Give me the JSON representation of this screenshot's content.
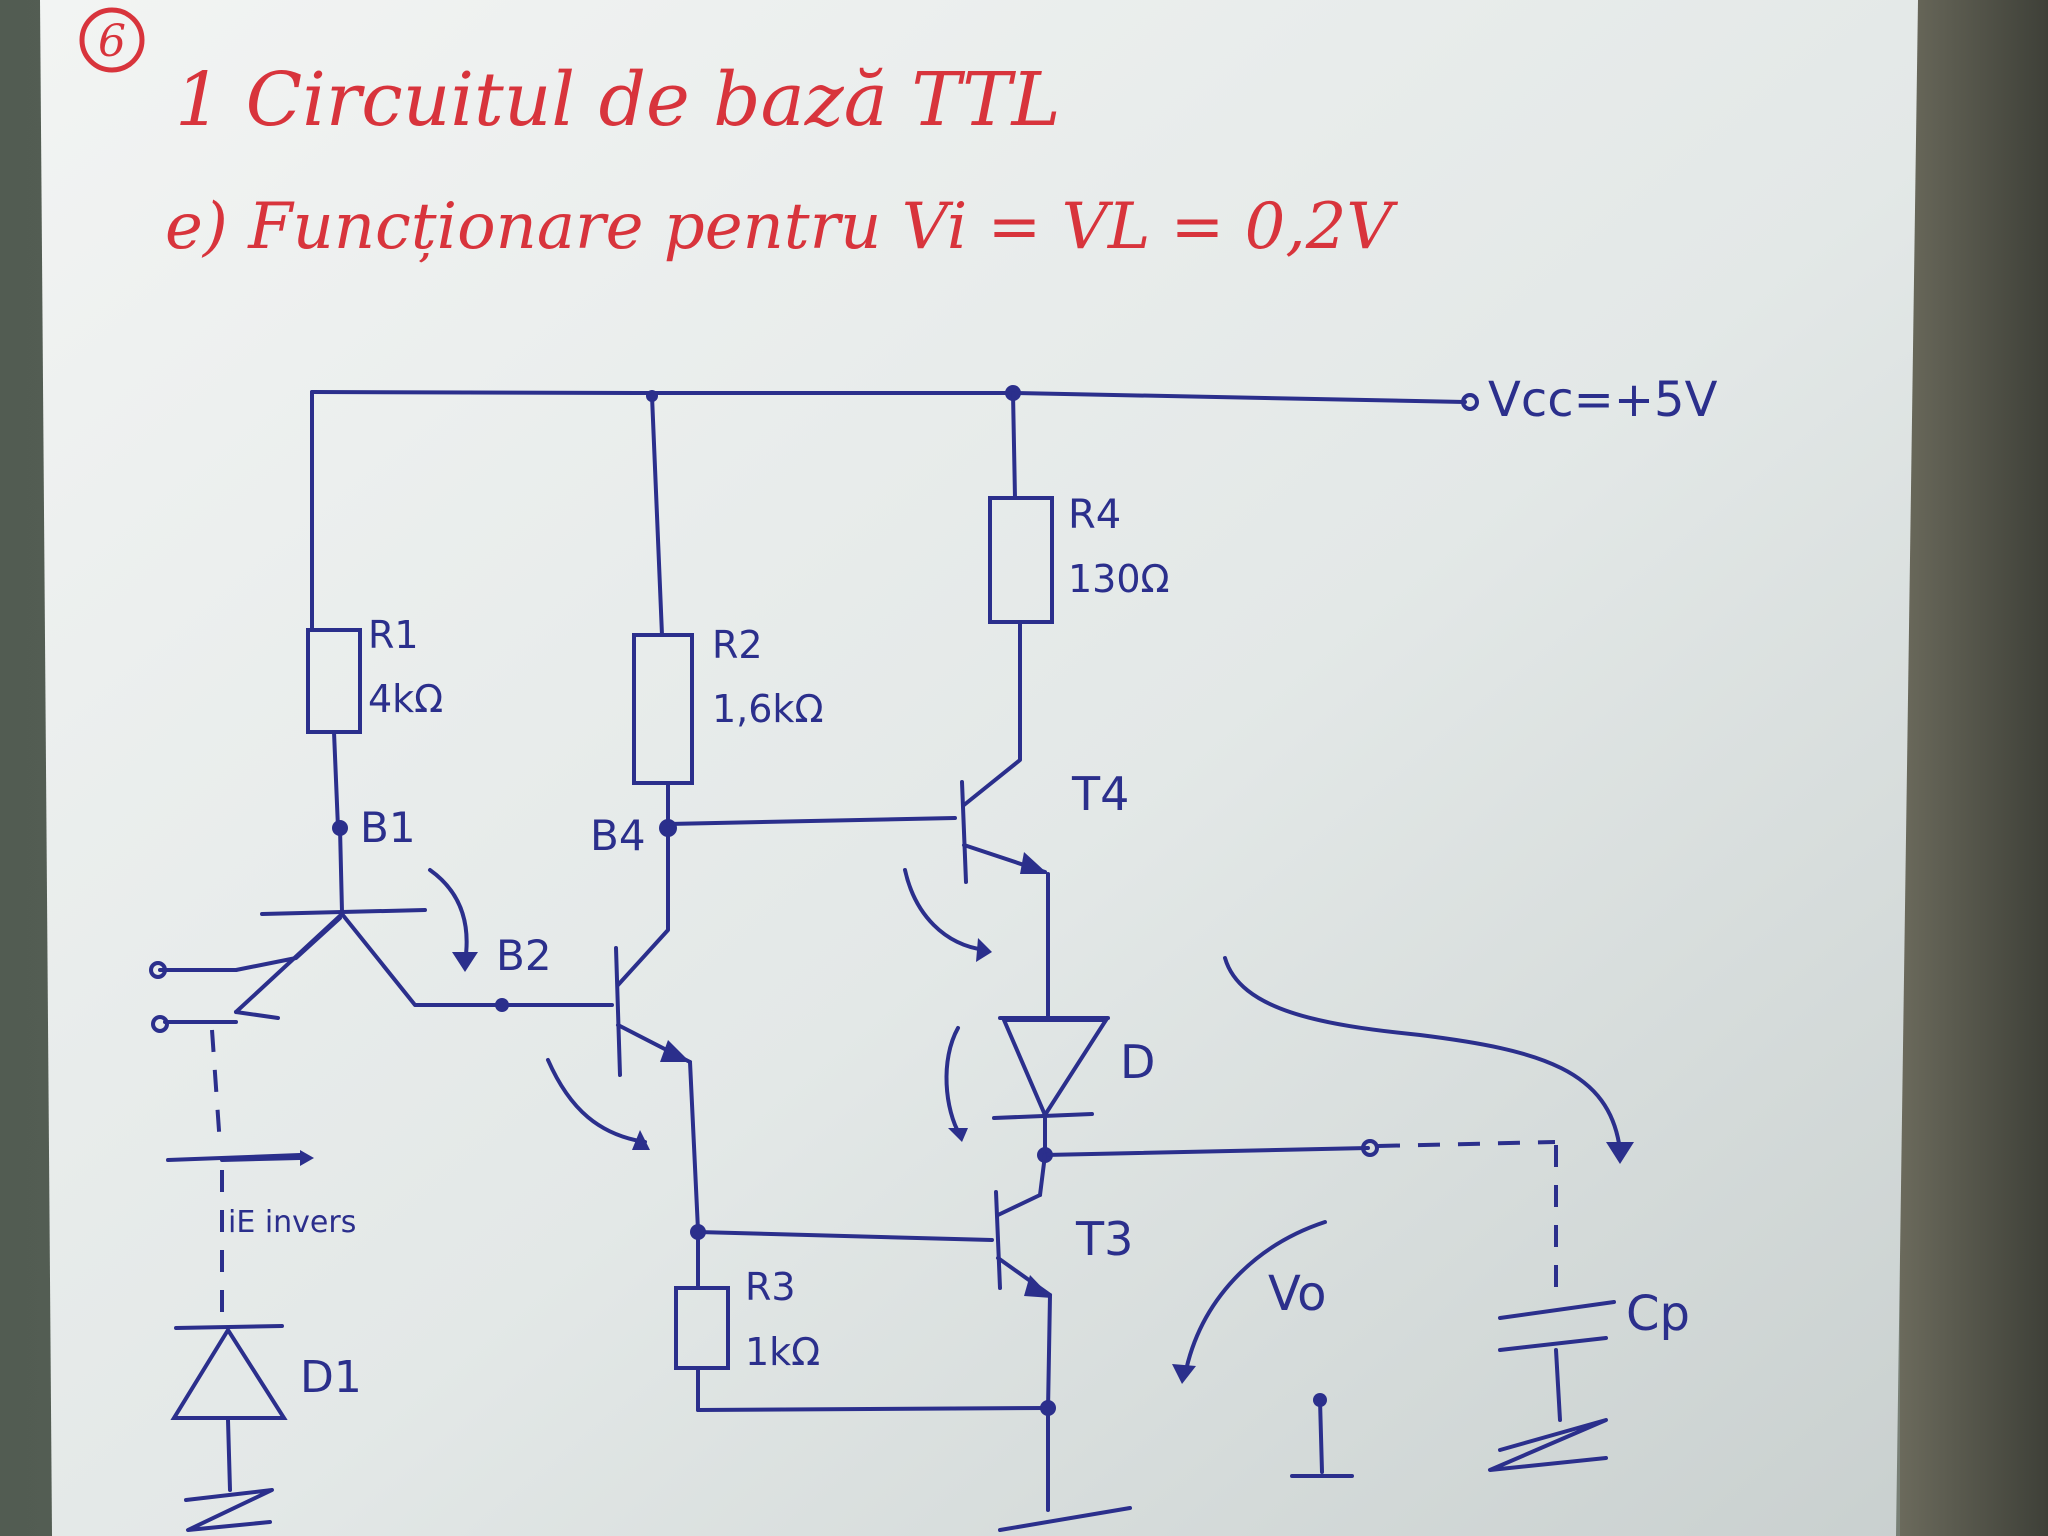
{
  "header": {
    "number": "6",
    "title": "1 Circuitul de bază TTL",
    "subtitle": "e) Funcționare pentru Vi = VL = 0,2V"
  },
  "supply": {
    "label": "Vcc=+5V"
  },
  "components": {
    "r1": {
      "name": "R1",
      "value": "4kΩ"
    },
    "r2": {
      "name": "R2",
      "value": "1,6kΩ"
    },
    "r3": {
      "name": "R3",
      "value": "1kΩ"
    },
    "r4": {
      "name": "R4",
      "value": "130Ω"
    },
    "t4": {
      "name": "T4"
    },
    "t3": {
      "name": "T3"
    },
    "d": {
      "name": "D"
    },
    "d1": {
      "name": "D1"
    },
    "cp": {
      "name": "Cp"
    }
  },
  "nodes": {
    "b1": "B1",
    "b2": "B2",
    "b4": "B4",
    "vo": "Vo"
  },
  "annotations": {
    "current": "iE invers"
  },
  "colors": {
    "paper": "#e6ebea",
    "blue_ink": "#2b2f8c",
    "red_ink": "#d8343c",
    "background": "#3c4a43"
  }
}
